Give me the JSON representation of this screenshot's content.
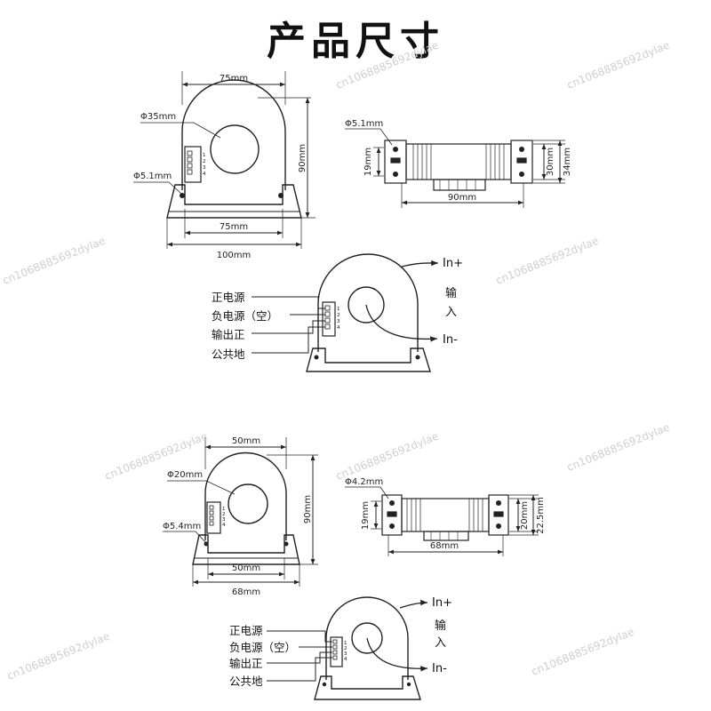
{
  "title": "产品尺寸",
  "watermark": "cn1068885692dylae",
  "large": {
    "front": {
      "top_width": "75mm",
      "hole": "Φ35mm",
      "mount_hole": "Φ5.1mm",
      "height": "90mm",
      "base_inner": "75mm",
      "base_width": "100mm"
    },
    "side": {
      "hole": "Φ5.1mm",
      "left_height": "19mm",
      "inner_height": "30mm",
      "outer_height": "34mm",
      "length": "90mm"
    },
    "pins": [
      "1",
      "2",
      "3",
      "4"
    ]
  },
  "small": {
    "front": {
      "top_width": "50mm",
      "hole": "Φ20mm",
      "mount_hole": "Φ5.4mm",
      "height": "90mm",
      "base_inner": "50mm",
      "base_width": "68mm"
    },
    "side": {
      "hole": "Φ4.2mm",
      "left_height": "19mm",
      "inner_height": "20mm",
      "outer_height": "22.5mm",
      "length": "68mm"
    },
    "pins": [
      "1",
      "2",
      "3",
      "4"
    ]
  },
  "wiring": {
    "labels": [
      "正电源",
      "负电源（空）",
      "输出正",
      "公共地"
    ],
    "in_plus": "In+",
    "in_minus": "In-",
    "input_chars": [
      "输",
      "入"
    ]
  }
}
